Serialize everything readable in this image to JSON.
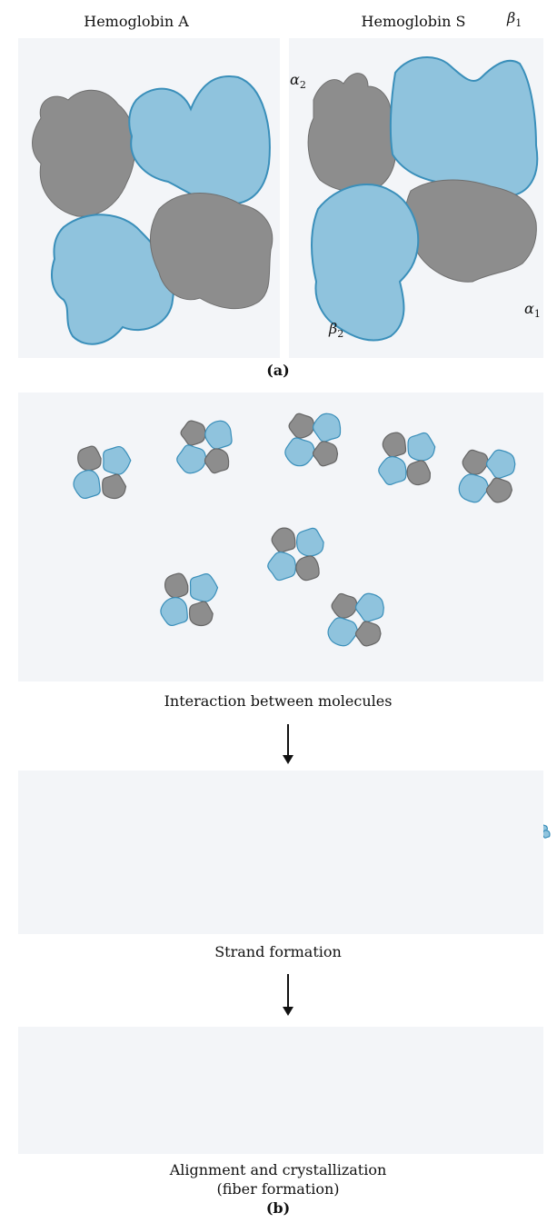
{
  "part_a": {
    "title_left": "Hemoglobin A",
    "title_right": "Hemoglobin S",
    "label_alpha2": "α",
    "label_alpha2_sub": "2",
    "label_beta1": "β",
    "label_beta1_sub": "1",
    "label_alpha1": "α",
    "label_alpha1_sub": "1",
    "label_beta2": "β",
    "label_beta2_sub": "2",
    "caption": "(a)"
  },
  "part_b": {
    "step1_caption": "Interaction between molecules",
    "step2_caption": "Strand formation",
    "step3_caption_line1": "Alignment and crystallization",
    "step3_caption_line2": "(fiber formation)",
    "caption": "(b)"
  },
  "colors": {
    "blue_subunit": "#8fc3dd",
    "blue_outline": "#3a8fba",
    "gray_subunit": "#8d8d8d",
    "panel_background": "#f3f5f8"
  }
}
